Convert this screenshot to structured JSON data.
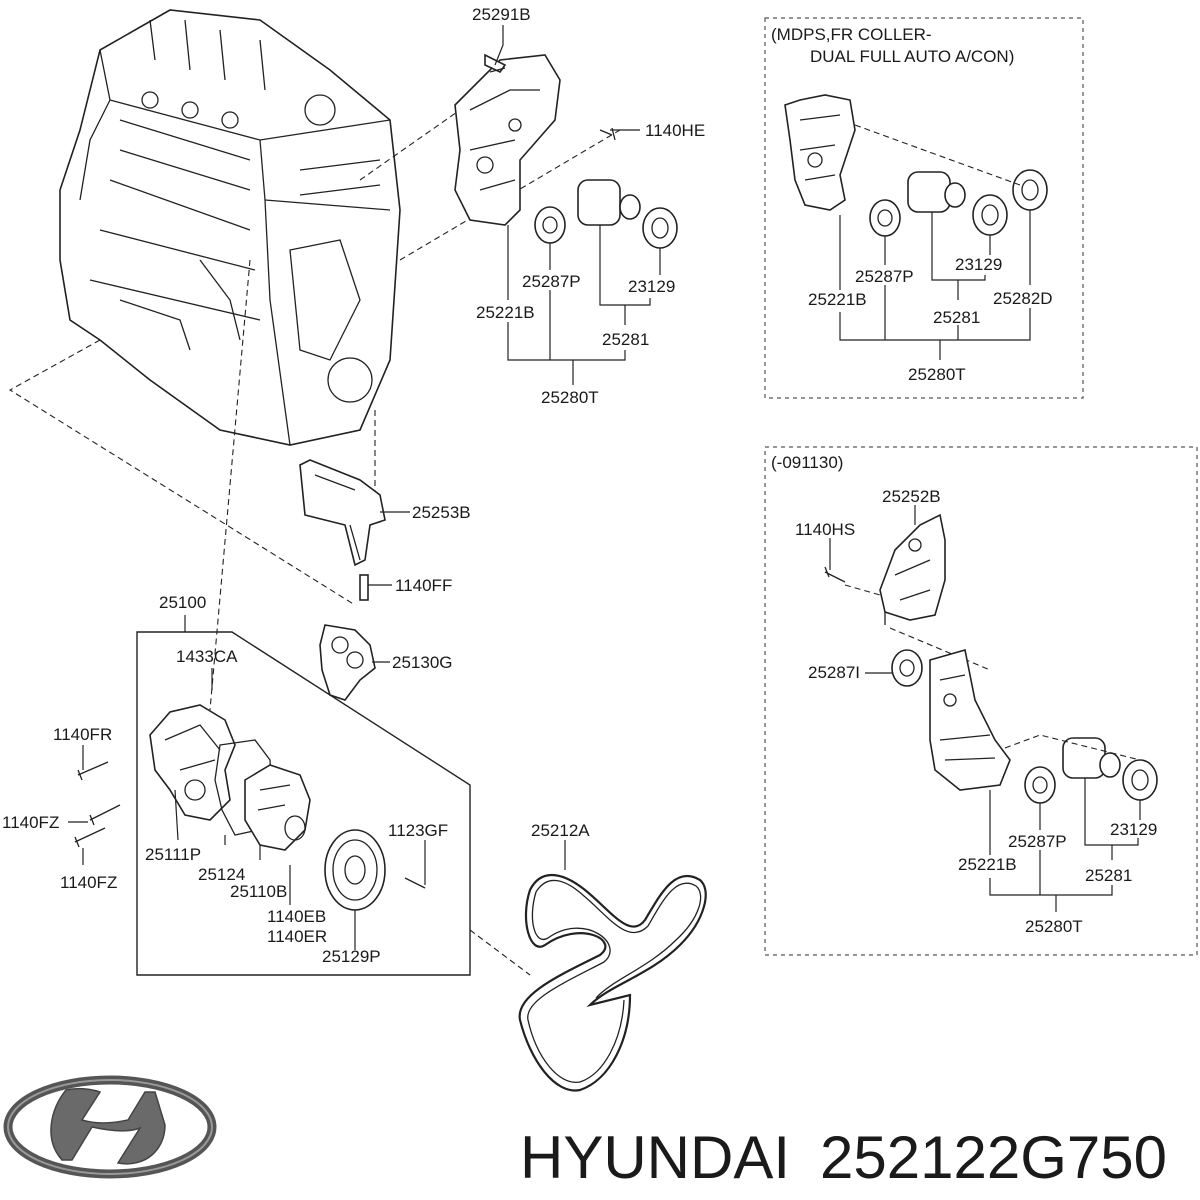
{
  "labels": {
    "p25291B": "25291B",
    "p1140HE": "1140HE",
    "p25287P_a": "25287P",
    "p23129_a": "23129",
    "p25221B_a": "25221B",
    "p25281_a": "25281",
    "p25280T_a": "25280T",
    "p25253B": "25253B",
    "p1140FF": "1140FF",
    "p25100": "25100",
    "p1433CA": "1433CA",
    "p25130G": "25130G",
    "p1140FR": "1140FR",
    "p1140FZ_a": "1140FZ",
    "p1140FZ_b": "1140FZ",
    "p25111P": "25111P",
    "p25124": "25124",
    "p25110B": "25110B",
    "p1140EB": "1140EB",
    "p1140ER": "1140ER",
    "p1123GF": "1123GF",
    "p25129P": "25129P",
    "p25212A": "25212A",
    "r1_note_line1": "(MDPS,FR COLLER-",
    "r1_note_line2": "DUAL FULL AUTO A/CON)",
    "r1_25287P": "25287P",
    "r1_23129": "23129",
    "r1_25221B": "25221B",
    "r1_25282D": "25282D",
    "r1_25281": "25281",
    "r1_25280T": "25280T",
    "r2_note": "(-091130)",
    "r2_25252B": "25252B",
    "r2_1140HS": "1140HS",
    "r2_25287I": "25287I",
    "r2_25287P": "25287P",
    "r2_23129": "23129",
    "r2_25221B": "25221B",
    "r2_25281": "25281",
    "r2_25280T": "25280T"
  },
  "footer": {
    "brand": "HYUNDAI",
    "part_number": "252122G750"
  },
  "logo": {
    "icon": "hyundai-logo-icon"
  }
}
